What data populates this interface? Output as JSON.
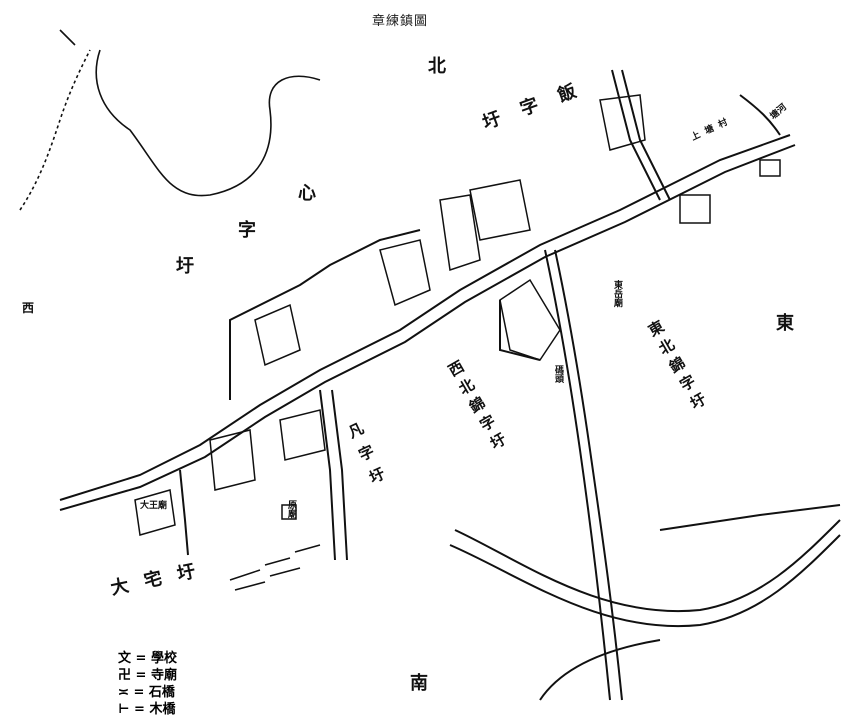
{
  "title": "章練鎮圖",
  "compass": {
    "north": "北",
    "south": "南",
    "east": "東",
    "west": "西"
  },
  "districts": [
    {
      "label": "圩字飯"
    },
    {
      "label": "心"
    },
    {
      "label": "字"
    },
    {
      "label": "圩"
    },
    {
      "label": "大宅圩"
    },
    {
      "label": "凡字圩"
    },
    {
      "label": "西北錦字圩"
    },
    {
      "label": "東北錦字圩"
    }
  ],
  "places": [
    {
      "label": "上塘村"
    },
    {
      "label": "塘河"
    },
    {
      "label": "東岳廟"
    },
    {
      "label": "大王廟"
    },
    {
      "label": "原廟"
    },
    {
      "label": "碼頭"
    }
  ],
  "legend": [
    {
      "symbol": "文",
      "eq": "=",
      "meaning": "學校"
    },
    {
      "symbol": "卍",
      "eq": "=",
      "meaning": "寺廟"
    },
    {
      "symbol": "≍",
      "eq": "=",
      "meaning": "石橋"
    },
    {
      "symbol": "⊢",
      "eq": "=",
      "meaning": "木橋"
    }
  ]
}
